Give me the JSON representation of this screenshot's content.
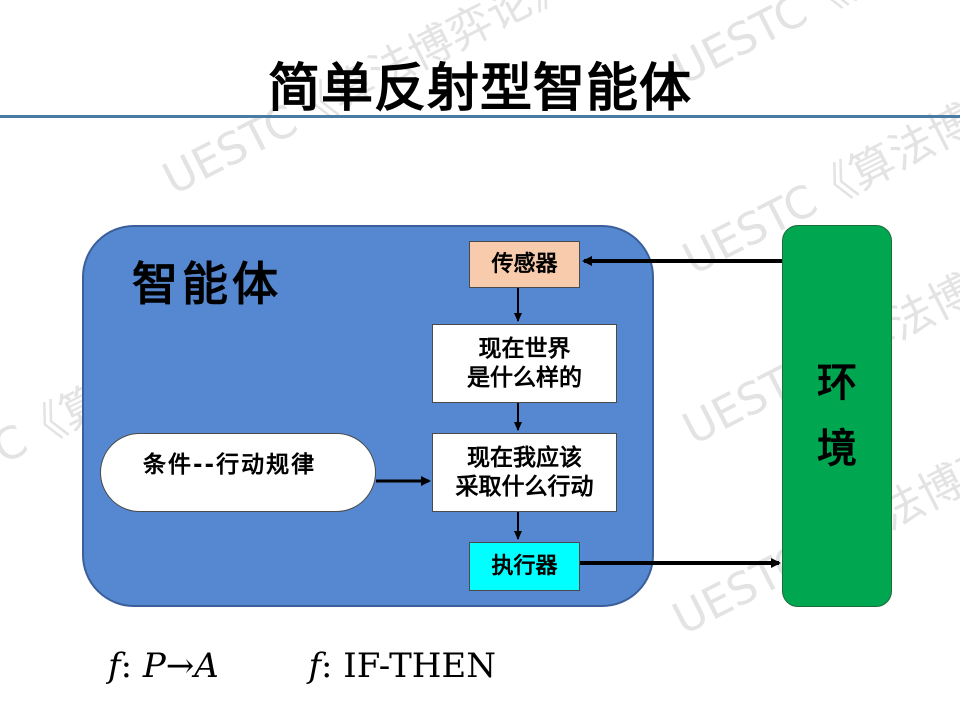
{
  "title": "简单反射型智能体",
  "agent": {
    "label": "智能体",
    "sensor": "传感器",
    "world_state": [
      "现在世界",
      "是什么样的"
    ],
    "action_choice": [
      "现在我应该",
      "采取什么行动"
    ],
    "rules": "条件--行动规律",
    "executor": "执行器"
  },
  "environment": {
    "label": [
      "环",
      "境"
    ]
  },
  "formulas": {
    "mapping": {
      "fn": "f",
      "sep": ": ",
      "domain": "P",
      "arrow": "→",
      "codomain": "A"
    },
    "rule": {
      "fn": "f",
      "sep": ": ",
      "text": "IF-THEN"
    }
  },
  "watermark": "UESTC《算法博弈论》",
  "colors": {
    "agent_box": "#5588d0",
    "sensor": "#f8cbad",
    "executor": "#00ffff",
    "environment": "#00a650",
    "title_rule": "#4a7ba3"
  }
}
